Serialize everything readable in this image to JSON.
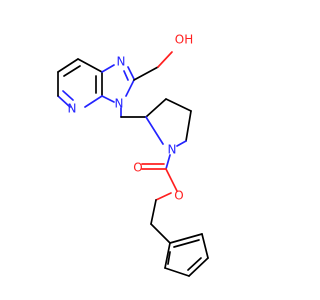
{
  "molecule": {
    "atoms": {
      "n_imidazole_top": "N",
      "n_imidazole_bottom": "N",
      "n_pyridine": "N",
      "n_pyrrolidine": "N",
      "o_hydroxyl": "OH",
      "o_carbonyl": "O",
      "o_ester": "O"
    },
    "colors": {
      "carbon": "#000000",
      "nitrogen": "#2424ff",
      "oxygen": "#ff2020"
    }
  }
}
